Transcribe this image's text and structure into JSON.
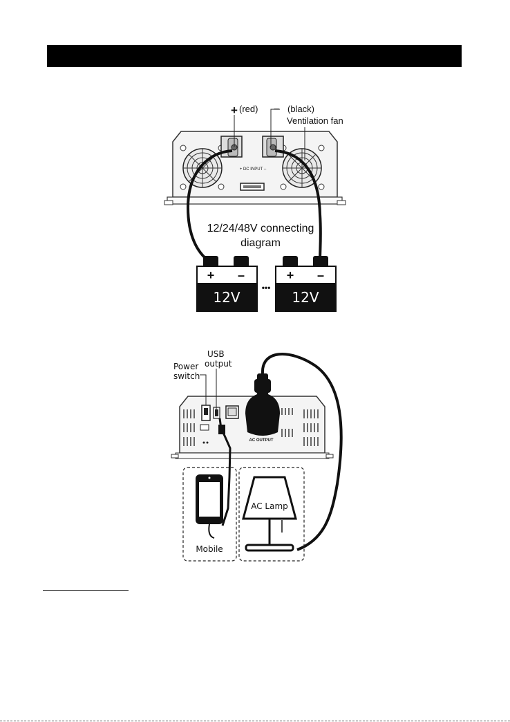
{
  "diagram1": {
    "plus_symbol": "+",
    "plus_label": "(red)",
    "minus_symbol": "–",
    "minus_label": "(black)",
    "fan_label": "Ventilation fan",
    "dc_input_label": "+ DC INPUT –",
    "caption_line1": "12/24/48V connecting",
    "caption_line2": "diagram",
    "battery_left": {
      "plus": "+",
      "minus": "–",
      "voltage": "12V"
    },
    "battery_right": {
      "plus": "+",
      "minus": "–",
      "voltage": "12V"
    },
    "ellipsis": "•••"
  },
  "diagram2": {
    "usb_label_line1": "USB",
    "usb_label_line2": "output",
    "power_label_line1": "Power",
    "power_label_line2": "switch",
    "ac_output_label": "AC OUTPUT",
    "mobile_label": "Mobile",
    "lamp_label": "AC Lamp"
  },
  "colors": {
    "header": "#000000",
    "ink": "#111111",
    "panel": "#f4f4f4"
  }
}
